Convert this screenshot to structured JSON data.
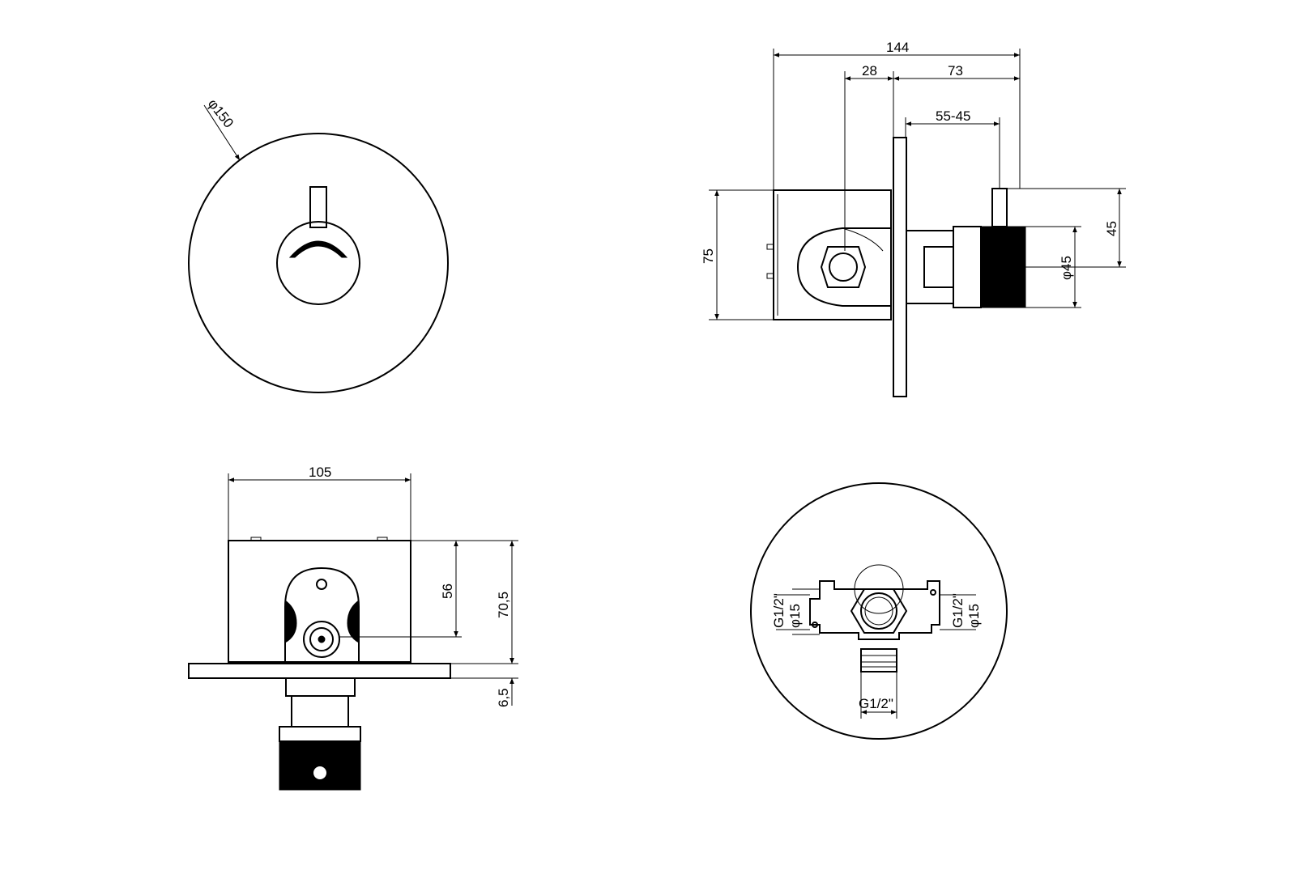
{
  "drawing": {
    "dimensions": {
      "front_diameter": "φ150",
      "side_total": "144",
      "side_28": "28",
      "side_73": "73",
      "side_55_45": "55-45",
      "side_75": "75",
      "side_45": "45",
      "side_phi45": "φ45",
      "bottom_105": "105",
      "bottom_56": "56",
      "bottom_70_5": "70,5",
      "bottom_6_5": "6,5",
      "rear_left_g": "G1/2\"",
      "rear_left_phi": "φ15",
      "rear_right_g": "G1/2\"",
      "rear_right_phi": "φ15",
      "rear_bottom_g": "G1/2\""
    }
  }
}
